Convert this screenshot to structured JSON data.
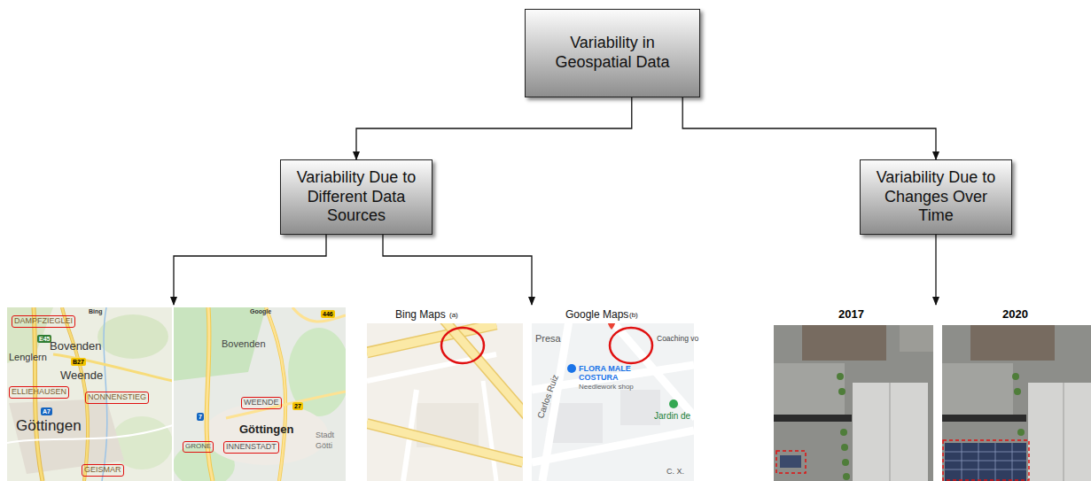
{
  "diagram": {
    "nodes": [
      {
        "text": [
          "Variability in Geospatial Data"
        ]
      },
      {
        "text": [
          "Variability Due to Different Data Sources"
        ]
      },
      {
        "text": [
          "Variability Due to Changes Over Time"
        ]
      }
    ],
    "edges": [
      {
        "from": 0,
        "to": 1,
        "arrow": "to"
      },
      {
        "from": 0,
        "to": 2,
        "arrow": "to"
      }
    ],
    "labels": [
      "Bing",
      "Google",
      "DAMPFZIEGLEI",
      "E45",
      "Lenglern",
      "Bovenden",
      "B27",
      "Weende",
      "ELLIEHAUSEN",
      "NONNENSTIEG",
      "A7",
      "Göttingen",
      "GEISMAR",
      "446",
      "Bovenden",
      "WEENDE",
      "27",
      "7",
      "Göttingen",
      "GRONE",
      "INNENSTADT",
      "Stadt",
      "Götti",
      "Bing Maps",
      "(a)",
      "Google Maps",
      "(b)",
      "Presa",
      "Carlos Ruiz",
      "FLORA MALE",
      "COSTURA",
      "Needlework shop",
      "Coaching vo",
      "Jardin de",
      "C. X.",
      "2017",
      "2020"
    ]
  }
}
